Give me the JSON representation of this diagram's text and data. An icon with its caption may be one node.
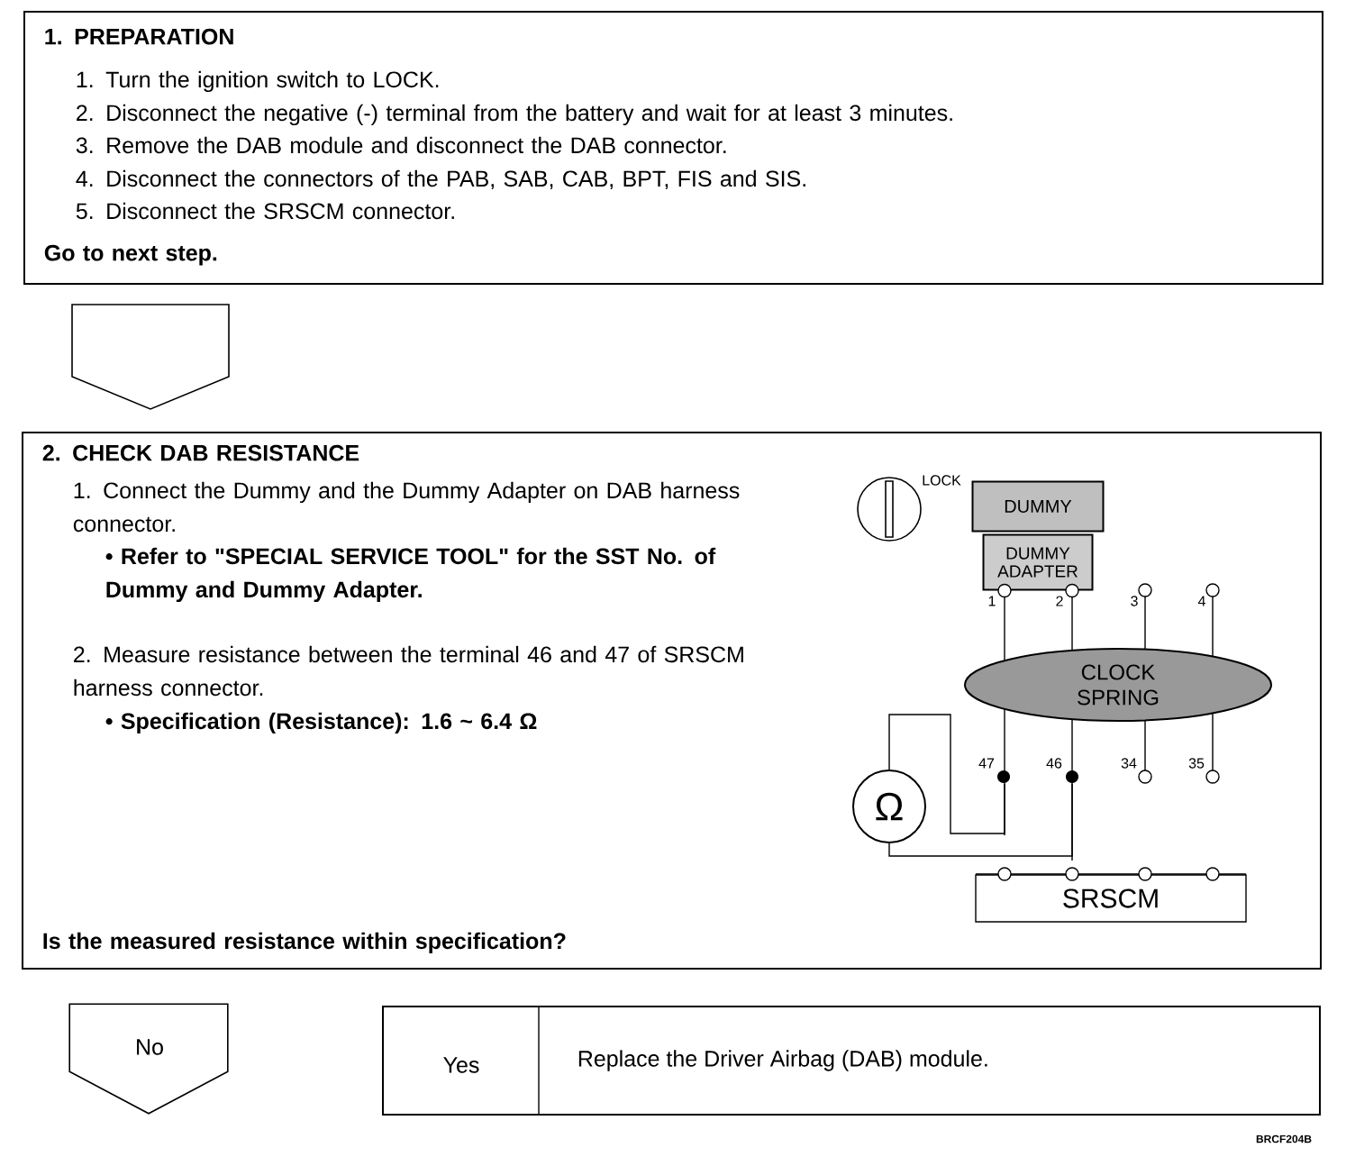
{
  "diagram": {
    "nodes": [
      {
        "text": [
          "1. PREPARATION",
          "1. Turn the ignition switch to LOCK.",
          "2. Disconnect the negative (-) terminal from the battery and wait for at least 3 minutes.",
          "3. Remove the DAB module and disconnect the DAB connector.",
          "4. Disconnect the connectors of the PAB, SAB, CAB, BPT, FIS and SIS.",
          "5. Disconnect the SRSCM connector.",
          "Go to next step."
        ]
      },
      {
        "text": [
          "2. CHECK DAB RESISTANCE",
          "1. Connect the Dummy and the Dummy Adapter on DAB harness connector.",
          "• Refer to \"SPECIAL SERVICE TOOL\" for the SST No. of Dummy and Dummy Adapter.",
          "2. Measure resistance between the terminal 46 and 47 of SRSCM harness connector.",
          "• Specification (Resistance): 1.6 ~ 6.4 Ω",
          "Is the measured resistance within specification?"
        ]
      },
      {
        "text": [
          "DUMMY"
        ],
        "in": 1
      },
      {
        "text": [
          "DUMMY ADAPTER"
        ],
        "in": 1
      },
      {
        "text": [
          "CLOCK SPRING"
        ],
        "in": 1
      },
      {
        "text": [
          "Ω"
        ],
        "in": 1
      },
      {
        "text": [
          "SRSCM"
        ],
        "in": 1
      },
      {
        "text": [
          "No"
        ]
      },
      {
        "text": [
          "Yes",
          "Replace the Driver Airbag (DAB) module."
        ]
      }
    ],
    "edges": [
      {
        "from": 0,
        "to": 1,
        "arrow": "to"
      },
      {
        "from": 3,
        "to": 4,
        "arrow": "none"
      },
      {
        "from": 3,
        "to": 4,
        "arrow": "none"
      },
      {
        "from": 4,
        "to": 5,
        "arrow": "none"
      },
      {
        "from": 4,
        "to": 5,
        "arrow": "none"
      }
    ],
    "labels": [
      "LOCK",
      "1",
      "2",
      "3",
      "4",
      "47",
      "46",
      "34",
      "35",
      "BRCF204B"
    ]
  }
}
